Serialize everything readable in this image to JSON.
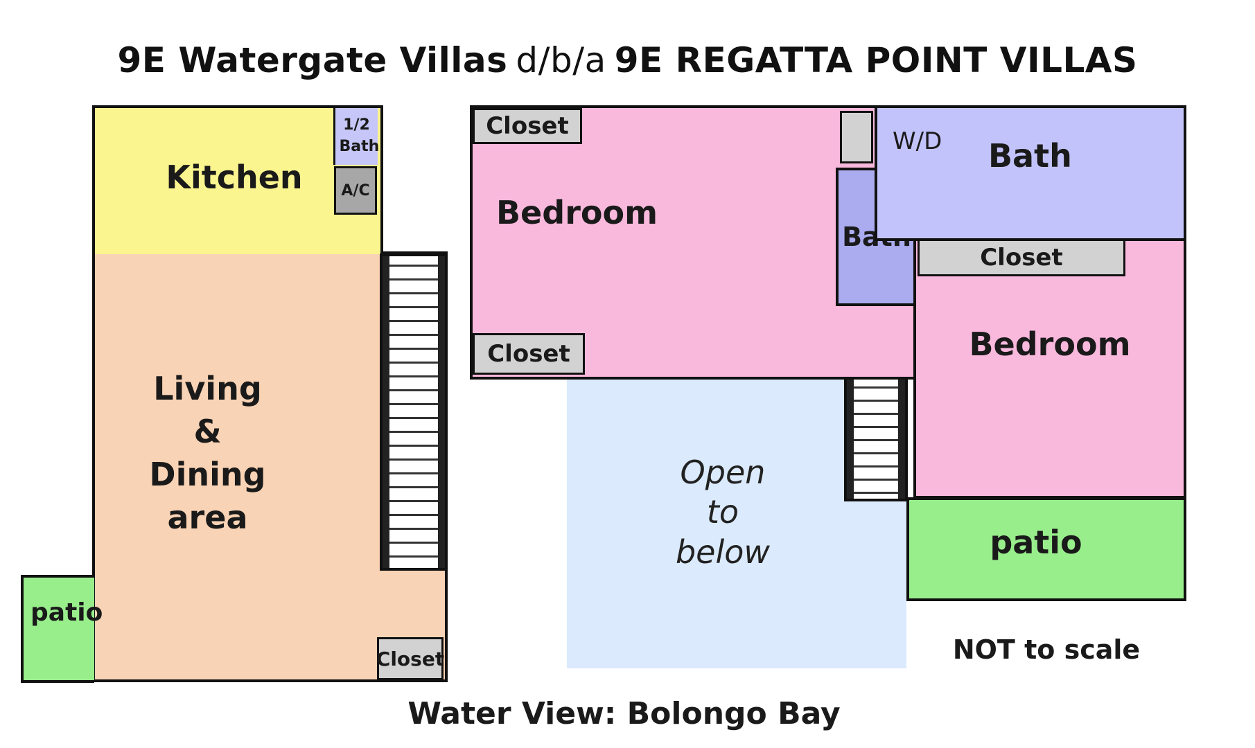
{
  "title": {
    "part1": "9E Watergate Villas",
    "part2": "d/b/a",
    "part3": "9E REGATTA POINT VILLAS"
  },
  "ground_floor": {
    "kitchen": "Kitchen",
    "half_bath": "1/2 Bath",
    "ac": "A/C",
    "living_line1": "Living",
    "living_line2": "&",
    "living_line3": "Dining",
    "living_line4": "area",
    "patio": "patio",
    "closet": "Closet"
  },
  "upper_floor": {
    "closet_top": "Closet",
    "bedroom1": "Bedroom",
    "closet_bottom": "Closet",
    "wd": "W/D",
    "bath_large": "Bath",
    "bath_small": "Bath",
    "closet_middle": "Closet",
    "bedroom2": "Bedroom",
    "patio": "patio",
    "open_line1": "Open",
    "open_line2": "to",
    "open_line3": "below"
  },
  "footer": "Water View: Bolongo Bay",
  "note": "NOT to scale",
  "colors": {
    "kitchen": "#faf58e",
    "living": "#f9d3b5",
    "half_bath": "#c6c6f8",
    "bedroom": "#f9b9dd",
    "bath": "#c3c3fb",
    "bath_small": "#ababef",
    "patio": "#99ee8c",
    "open_below": "#dbeafc",
    "closet": "#d2d2d2",
    "ac": "#a7a7a7"
  }
}
